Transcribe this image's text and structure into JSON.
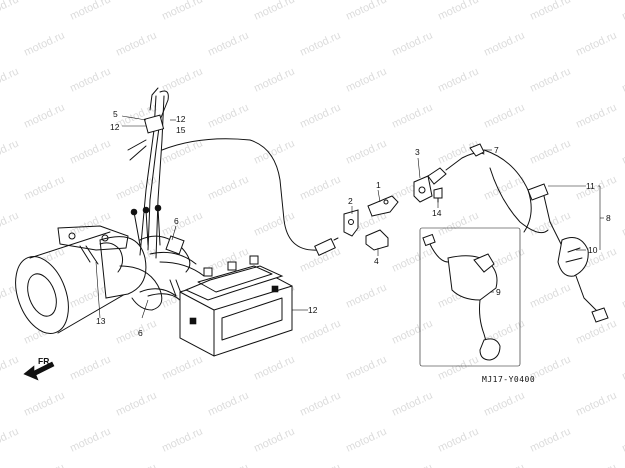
{
  "watermark": "motod.ru",
  "diagram_code": "MJ17-Y0400",
  "direction_label": "FR.",
  "callouts": {
    "c1": "1",
    "c2": "2",
    "c3": "3",
    "c4": "4",
    "c5": "5",
    "c6a": "6",
    "c6b": "6",
    "c7": "7",
    "c8": "8",
    "c9": "9",
    "c10": "10",
    "c11": "11",
    "c12a": "12",
    "c12b": "12",
    "c12c": "12",
    "c13": "13",
    "c14": "14",
    "c15": "15"
  }
}
